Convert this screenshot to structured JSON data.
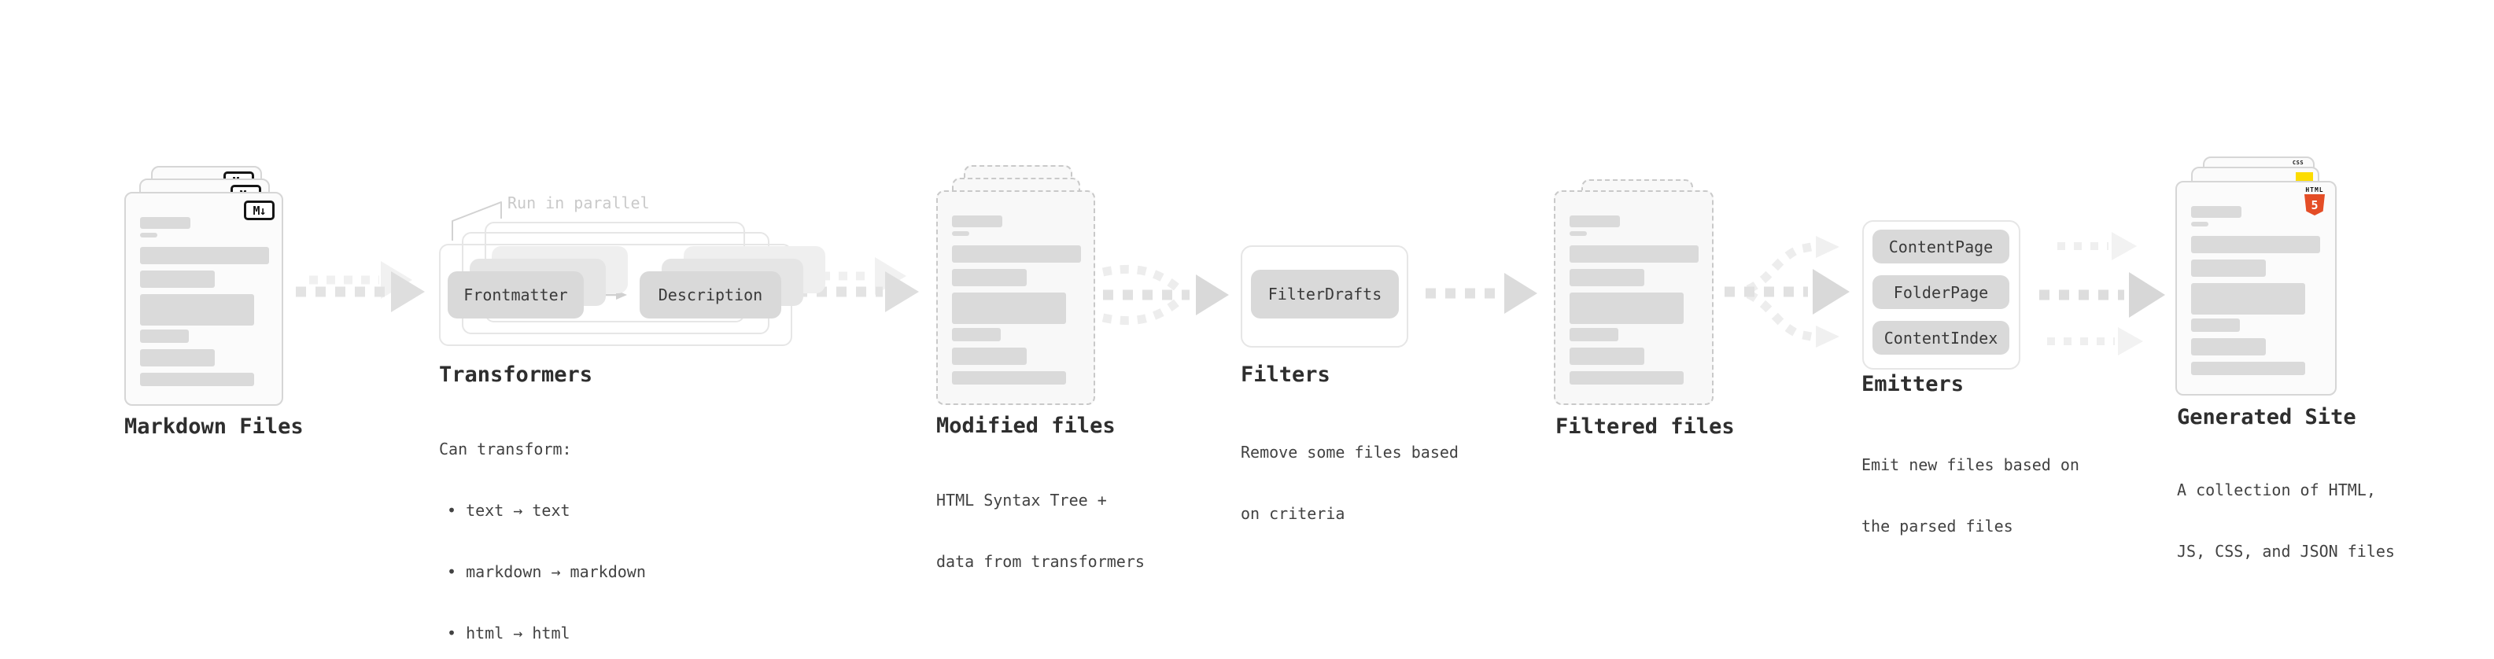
{
  "diagram": {
    "stages": {
      "markdown": {
        "label": "Markdown Files"
      },
      "transformers": {
        "label": "Transformers",
        "note": "Run in parallel",
        "buttons": {
          "frontmatter": "Frontmatter",
          "description": "Description"
        },
        "sub": [
          "Can transform:",
          "• text → text",
          "• markdown → markdown",
          "• html → html"
        ]
      },
      "modified": {
        "label": "Modified files",
        "sub": [
          "HTML Syntax Tree +",
          "data from transformers"
        ]
      },
      "filters": {
        "label": "Filters",
        "buttons": {
          "filterdrafts": "FilterDrafts"
        },
        "sub": [
          "Remove some files based",
          "on criteria"
        ]
      },
      "filtered": {
        "label": "Filtered files"
      },
      "emitters": {
        "label": "Emitters",
        "buttons": {
          "contentpage": "ContentPage",
          "folderpage": "FolderPage",
          "contentindex": "ContentIndex"
        },
        "sub": [
          "Emit new files based on",
          "the parsed files"
        ]
      },
      "generated": {
        "label": "Generated Site",
        "sub": [
          "A collection of HTML,",
          "JS, CSS, and JSON files"
        ]
      }
    },
    "icons": {
      "markdown_badge": "M↓",
      "html5_title": "HTML",
      "html5_glyph": "5",
      "css_title": "CSS"
    },
    "colors": {
      "accent_html5": "#e44d26",
      "accent_js": "#fcdc00",
      "accent_css": "#2b5cff",
      "muted_note": "#c9c9c9",
      "shape_gray": "#d9d9d9"
    }
  }
}
